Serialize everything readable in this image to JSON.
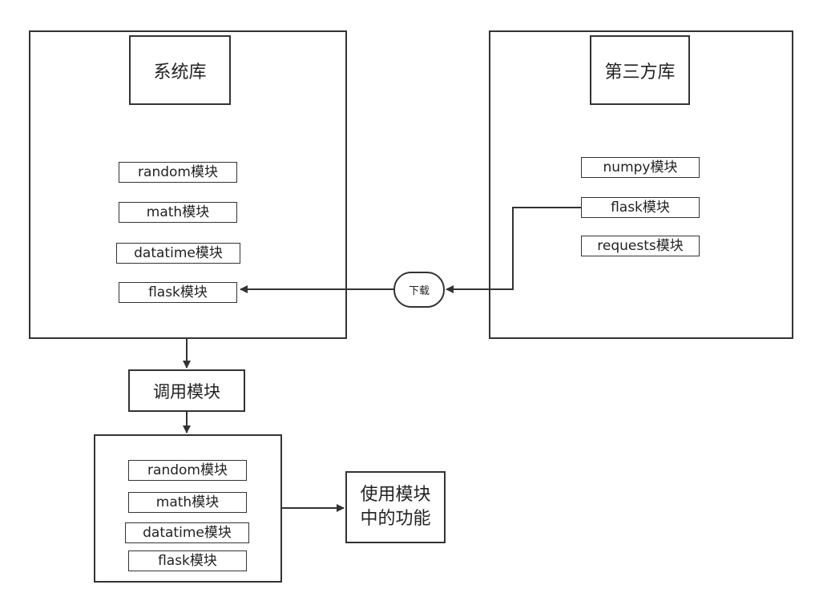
{
  "system_lib": {
    "title": "系统库",
    "modules": [
      "random模块",
      "math模块",
      "datatime模块",
      "flask模块"
    ]
  },
  "third_party_lib": {
    "title": "第三方库",
    "modules": [
      "numpy模块",
      "flask模块",
      "requests模块"
    ]
  },
  "download_label": "下载",
  "call_modules_label": "调用模块",
  "called_modules": [
    "random模块",
    "math模块",
    "datatime模块",
    "flask模块"
  ],
  "use_function": {
    "line1": "使用模块",
    "line2": "中的功能"
  }
}
